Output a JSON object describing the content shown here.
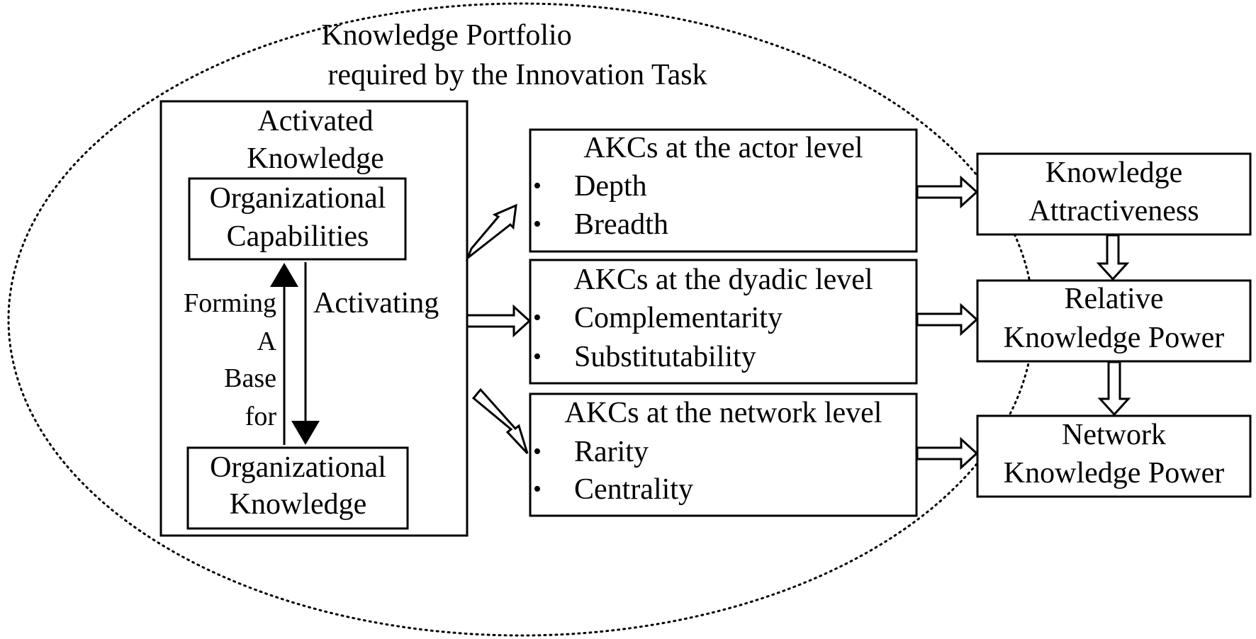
{
  "portfolio": {
    "title_line1": "Knowledge Portfolio",
    "title_line2": "required by the Innovation Task"
  },
  "activated": {
    "title_line1": "Activated",
    "title_line2": "Knowledge",
    "capabilities_line1": "Organizational",
    "capabilities_line2": "Capabilities",
    "knowledge_line1": "Organizational",
    "knowledge_line2": "Knowledge",
    "forming_words": [
      "Forming",
      "A",
      "Base",
      "for"
    ],
    "activating_label": "Activating"
  },
  "akc_actor": {
    "title": "AKCs at the actor level",
    "items": [
      "Depth",
      "Breadth"
    ]
  },
  "akc_dyadic": {
    "title": "AKCs at the dyadic level",
    "items": [
      "Complementarity",
      "Substitutability"
    ]
  },
  "akc_network": {
    "title": "AKCs at the network level",
    "items": [
      "Rarity",
      "Centrality"
    ]
  },
  "outcomes": {
    "attractiveness_line1": "Knowledge",
    "attractiveness_line2": "Attractiveness",
    "relative_line1": "Relative",
    "relative_line2": "Knowledge Power",
    "network_line1": "Network",
    "network_line2": "Knowledge Power"
  },
  "colors": {
    "ink": "#000000",
    "background": "#ffffff"
  }
}
